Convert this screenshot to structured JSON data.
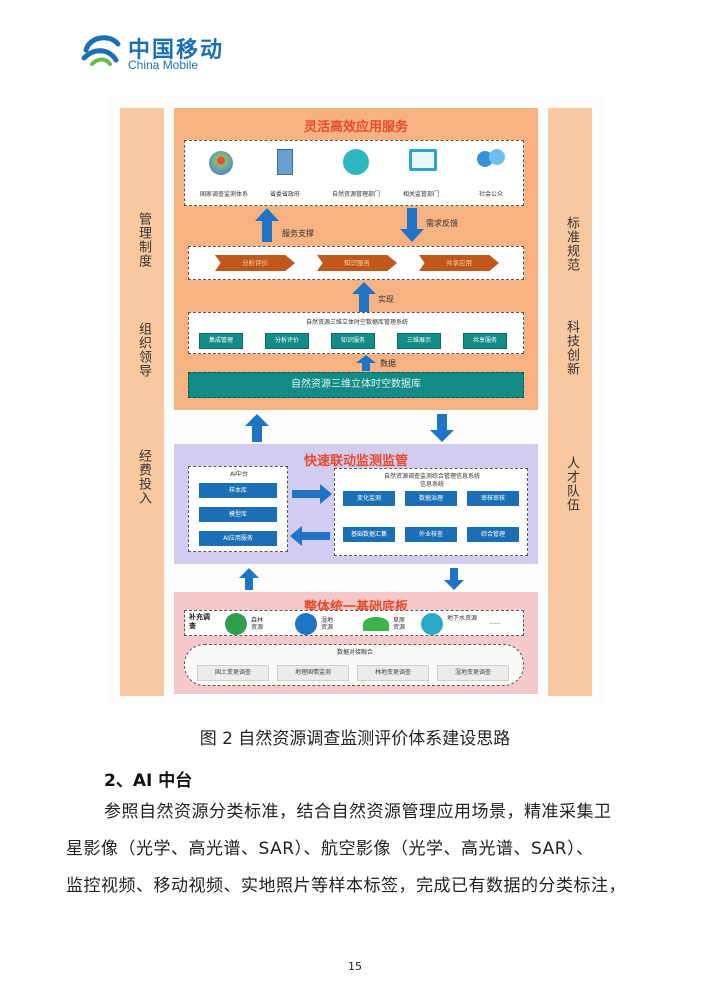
{
  "logo": {
    "cn": "中国移动",
    "en": "China Mobile"
  },
  "figure": {
    "left_labels": [
      "管理制度",
      "组织领导",
      "经费投入"
    ],
    "right_labels": [
      "标准规范",
      "科技创新",
      "人才队伍"
    ],
    "top": {
      "title": "灵活高效应用服务",
      "users": [
        "国家调查监测体系",
        "省委省政府",
        "自然资源管理部门",
        "相关监管部门",
        "社会公众"
      ],
      "service_support": "服务支撑",
      "demand_feedback": "需求反馈",
      "chevrons": [
        "分析评价",
        "知识服务",
        "共享应用"
      ],
      "implement": "实现",
      "system_title": "自然资源三维立体时空数据库管理系统",
      "system_items": [
        "集成管理",
        "分析评价",
        "知识服务",
        "三维展示",
        "共享服务"
      ],
      "data_label": "数据",
      "database": "自然资源三维立体时空数据库"
    },
    "middle": {
      "title": "快速联动监测监管",
      "ai_title": "AI中台",
      "ai_items": [
        "样本库",
        "模型库",
        "AI应用服务"
      ],
      "info_title": "自然资源调查监测综合管理信息系统",
      "info_items": [
        "变化监测",
        "数据治理",
        "审核审核",
        "基础数据汇集",
        "外业核查",
        "综合管理"
      ]
    },
    "bottom": {
      "title": "整体统一基础底板",
      "supplement": "补充调查",
      "resources": [
        "森林资源",
        "湿地资源",
        "草原资源",
        "地下水资源"
      ],
      "ellipsis": "......",
      "fusion_title": "数据对接融合",
      "fusion_items": [
        "国土变更调查",
        "地理国情监测",
        "林地变更调查",
        "湿地变更调查"
      ]
    }
  },
  "caption": "图 2 自然资源调查监测评价体系建设思路",
  "heading": "2、AI 中台",
  "paragraph_lines": [
    "参照自然资源分类标准，结合自然资源管理应用场景，精准采集卫",
    "星影像（光学、高光谱、SAR）、航空影像（光学、高光谱、SAR）、",
    "监控视频、移动视频、实地照片等样本标签，完成已有数据的分类标注，"
  ],
  "page_number": "15",
  "colors": {
    "accent": "#e84b2c",
    "brand": "#1a6fb5",
    "side": "#f8c9a0",
    "teal": "#138b86",
    "orange": "#c0571b"
  }
}
